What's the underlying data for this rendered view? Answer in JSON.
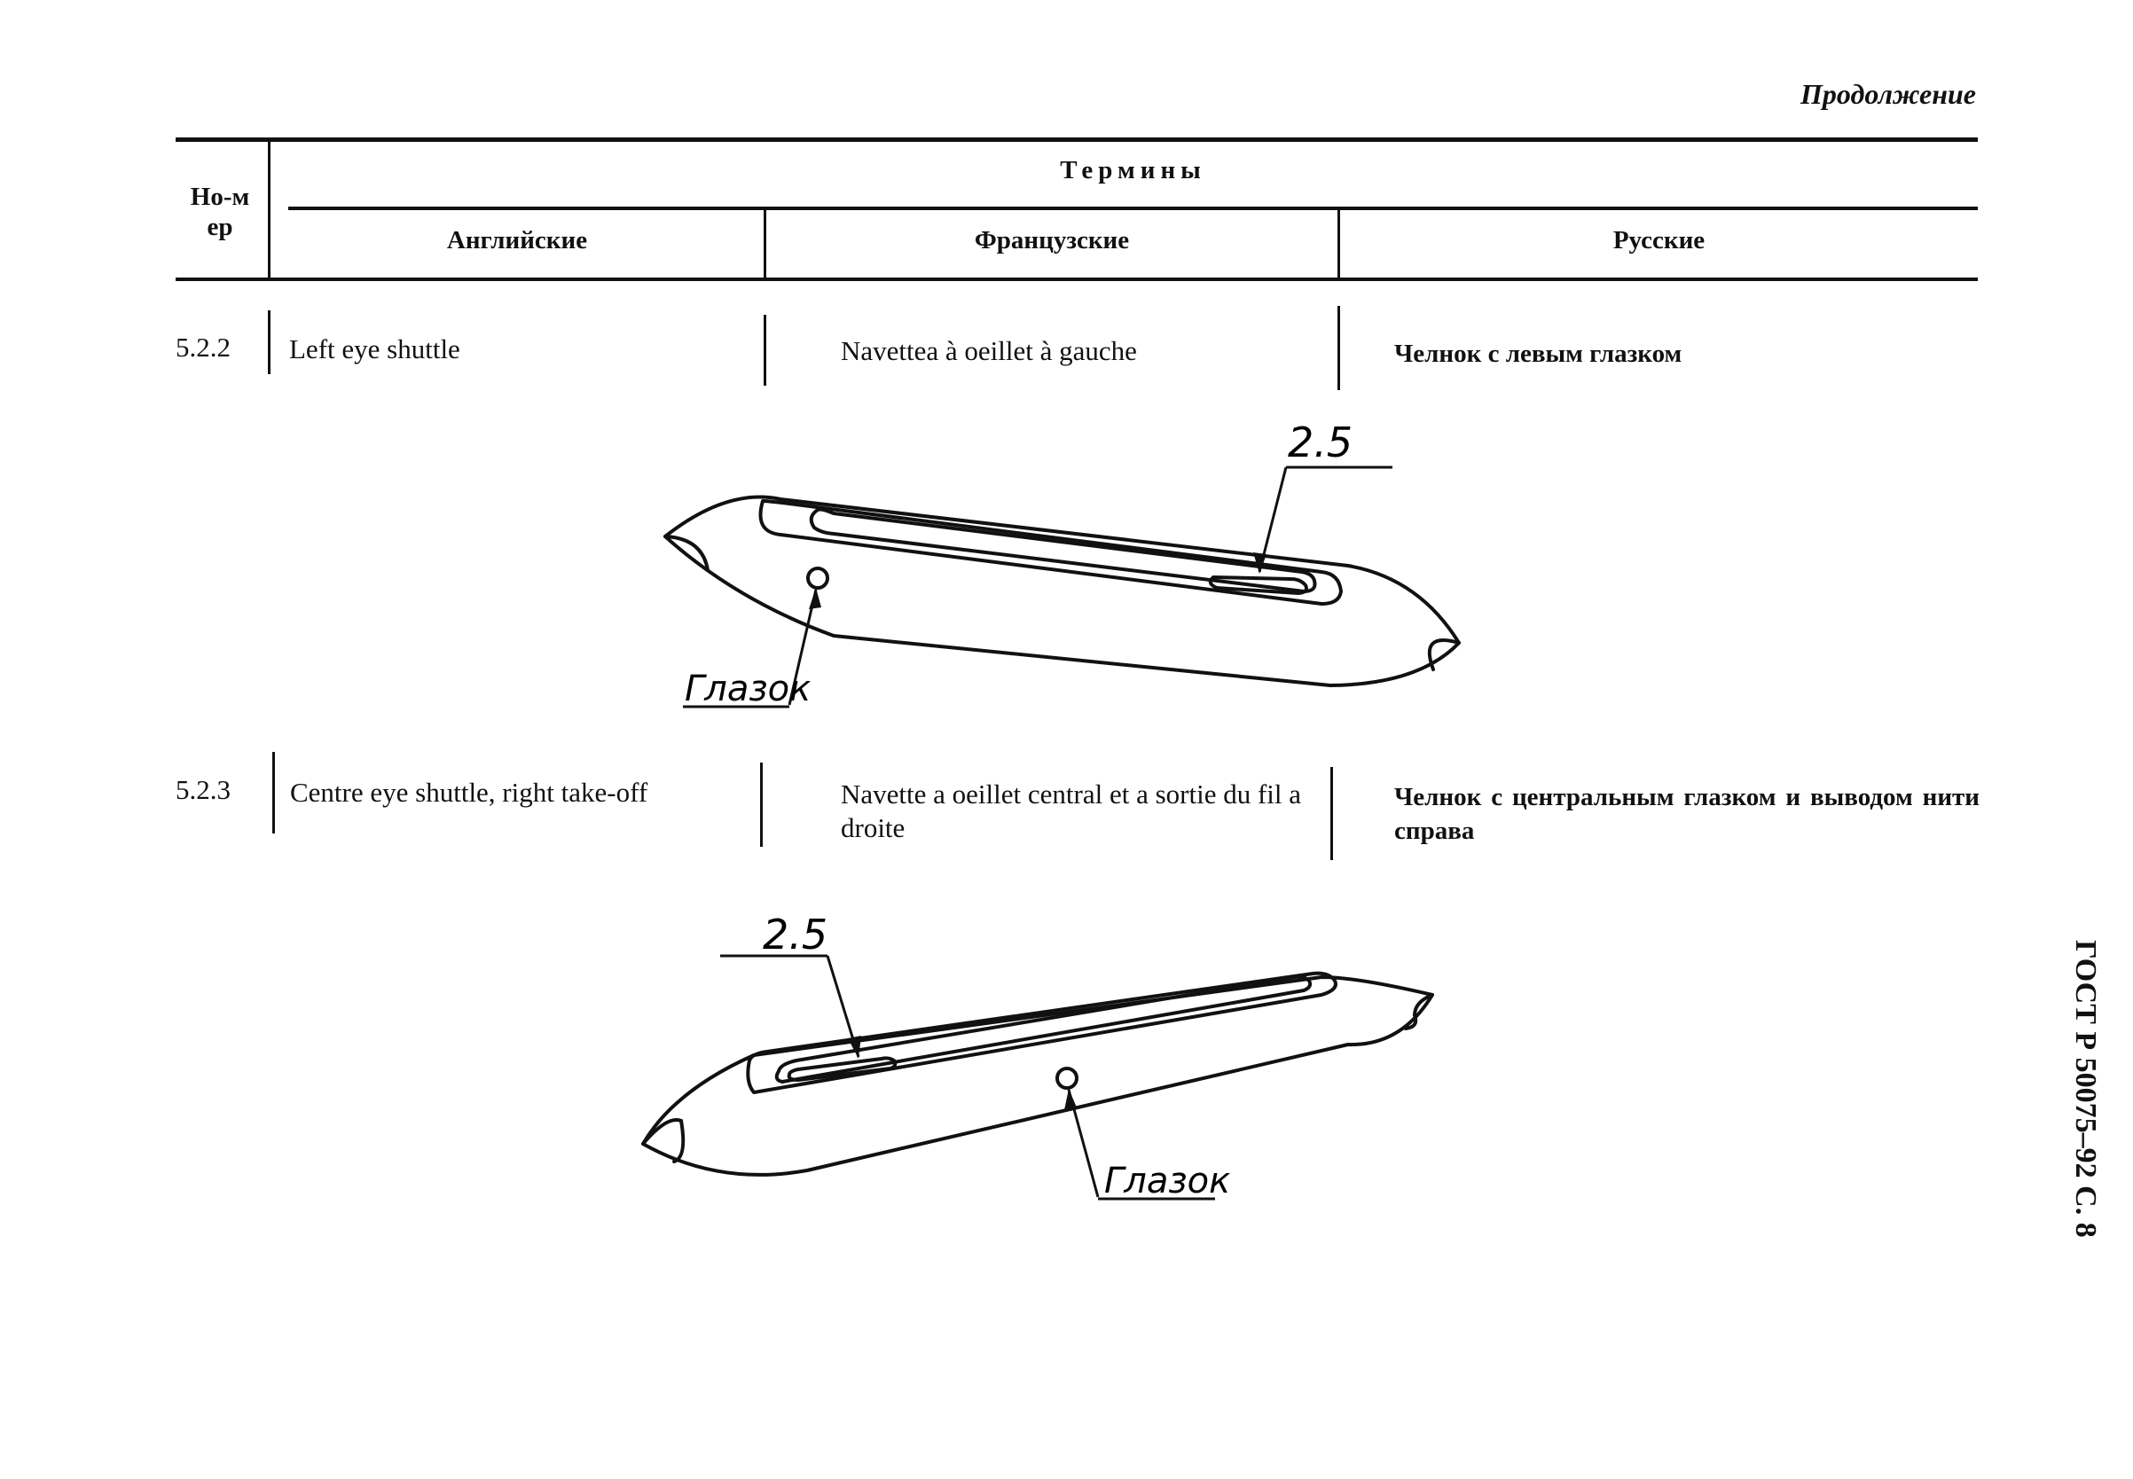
{
  "page": {
    "continuation": "Продолжение",
    "side_label": "ГОСТ Р 50075–92 С. 8"
  },
  "table_header": {
    "number_label": "Но-мер",
    "terms_label": "Термины",
    "english": "Английские",
    "french": "Французские",
    "russian": "Русские"
  },
  "rows": [
    {
      "number": "5.2.2",
      "english": "Left eye shuttle",
      "french": "Navettea à oeillet à gauche",
      "russian": "Челнок с левым глазком"
    },
    {
      "number": "5.2.3",
      "english": "Centre eye shuttle, right take-off",
      "french": "Navette a oeillet central et a sortie du fil a droite",
      "russian": "Челнок с центральным глазком и выводом нити справа"
    }
  ],
  "figures": [
    {
      "dimension_label": "2.5",
      "eye_label": "Глазок"
    },
    {
      "dimension_label": "2.5",
      "eye_label": "Глазок"
    }
  ]
}
